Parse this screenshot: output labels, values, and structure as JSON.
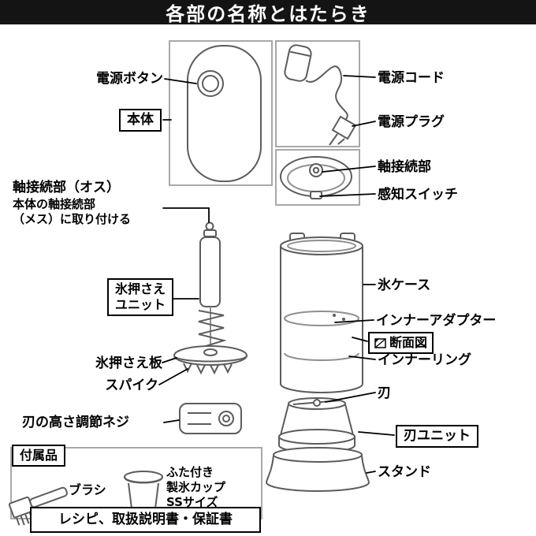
{
  "title": "各部の名称とはたらき",
  "labels": {
    "power_button": "電源ボタン",
    "main_body": "本体",
    "power_cord": "電源コード",
    "power_plug": "電源プラグ",
    "shaft_connector": "軸接続部",
    "sensor_switch": "感知スイッチ",
    "shaft_connector_male": "軸接続部（オス）",
    "shaft_connector_male_note": "本体の軸接続部\n（メス）に取り付ける",
    "ice_presser_unit": "氷押さえ\nユニット",
    "ice_presser_plate": "氷押さえ板",
    "spike": "スパイク",
    "blade_height_screw": "刃の高さ調節ネジ",
    "accessories": "付属品",
    "brush": "ブラシ",
    "ice_cup": "ふた付き\n製氷カップ\nSSサイズ",
    "recipe_manual": "レシピ、取扱説明書・保証書",
    "ice_case": "氷ケース",
    "inner_adapter": "インナーアダプター",
    "cross_section": "断面図",
    "inner_ring": "インナーリング",
    "blade": "刃",
    "blade_unit": "刃ユニット",
    "stand": "スタンド"
  },
  "colors": {
    "title_bg": "#141414",
    "title_fg": "#ffffff",
    "leader_line": "#000000",
    "artwork_stroke": "#5c5c5c",
    "frame_stroke": "#a8a8a8"
  }
}
